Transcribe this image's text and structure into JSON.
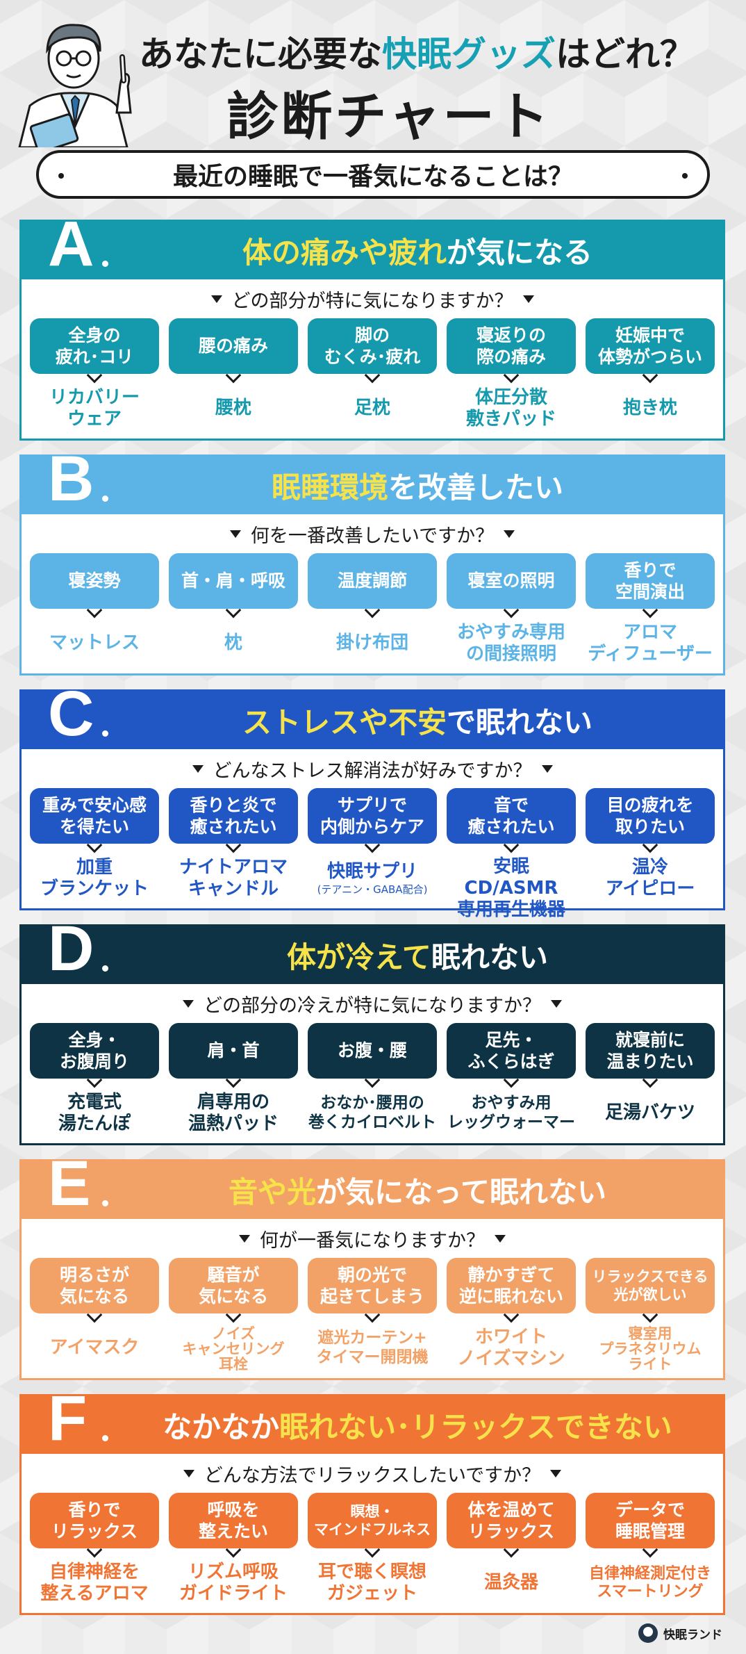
{
  "header": {
    "title_line1_pre": "あなたに必要な",
    "title_line1_hl": "快眠グッズ",
    "title_line1_post": "はどれ？",
    "title_line2": "診断チャート",
    "question": "最近の睡眠で一番気になることは？"
  },
  "sections": [
    {
      "letter": "A",
      "title_hl": "体の痛みや疲れ",
      "title_post": "が気になる",
      "subq": "どの部分が特に気になりますか？",
      "options": [
        "全身の\n疲れ･コリ",
        "腰の痛み",
        "脚の\nむくみ･疲れ",
        "寝返りの\n際の痛み",
        "妊娠中で\n体勢がつらい"
      ],
      "results": [
        "リカバリー\nウェア",
        "腰枕",
        "足枕",
        "体圧分散\n敷きパッド",
        "抱き枕"
      ]
    },
    {
      "letter": "B",
      "title_hl": "眠睡環境",
      "title_post": "を改善したい",
      "subq": "何を一番改善したいですか？",
      "options": [
        "寝姿勢",
        "首・肩・呼吸",
        "温度調節",
        "寝室の照明",
        "香りで\n空間演出"
      ],
      "results": [
        "マットレス",
        "枕",
        "掛け布団",
        "おやすみ専用\nの間接照明",
        "アロマ\nディフューザー"
      ]
    },
    {
      "letter": "C",
      "title_hl": "ストレスや不安",
      "title_post": "で眠れない",
      "subq": "どんなストレス解消法が好みですか？",
      "options": [
        "重みで安心感\nを得たい",
        "香りと炎で\n癒されたい",
        "サプリで\n内側からケア",
        "音で\n癒されたい",
        "目の疲れを\n取りたい"
      ],
      "results": [
        "加重\nブランケット",
        "ナイトアロマ\nキャンドル",
        "快眠サプリ",
        "安眠CD/ASMR\n専用再生機器",
        "温冷\nアイピロー"
      ],
      "result_note": "(テアニン・GABA配合)"
    },
    {
      "letter": "D",
      "title_hl": "体が冷えて",
      "title_post": "眠れない",
      "subq": "どの部分の冷えが特に気になりますか？",
      "options": [
        "全身・\nお腹周り",
        "肩・首",
        "お腹・腰",
        "足先・\nふくらはぎ",
        "就寝前に\n温まりたい"
      ],
      "results": [
        "充電式\n湯たんぽ",
        "肩専用の\n温熱パッド",
        "おなか･腰用の\n巻くカイロベルト",
        "おやすみ用\nレッグウォーマー",
        "足湯バケツ"
      ]
    },
    {
      "letter": "E",
      "title_hl": "音や光",
      "title_post": "が気になって眠れない",
      "subq": "何が一番気になりますか？",
      "options": [
        "明るさが\n気になる",
        "騒音が\n気になる",
        "朝の光で\n起きてしまう",
        "静かすぎて\n逆に眠れない",
        "リラックスできる\n光が欲しい"
      ],
      "results": [
        "アイマスク",
        "ノイズ\nキャンセリング\n耳栓",
        "遮光カーテン+\nタイマー開閉機",
        "ホワイト\nノイズマシン",
        "寝室用\nプラネタリウム\nライト"
      ]
    },
    {
      "letter": "F",
      "title_pre": "なかなか",
      "title_hl": "眠れない･リラックスできない",
      "subq": "どんな方法でリラックスしたいですか？",
      "options": [
        "香りで\nリラックス",
        "呼吸を\n整えたい",
        "瞑想・\nマインドフルネス",
        "体を温めて\nリラックス",
        "データで\n睡眠管理"
      ],
      "results": [
        "自律神経を\n整えるアロマ",
        "リズム呼吸\nガイドライト",
        "耳で聴く瞑想\nガジェット",
        "温灸器",
        "自律神経測定付き\nスマートリング"
      ]
    }
  ],
  "footer": {
    "logo_text": "快眠ランド"
  },
  "colors": {
    "A": "#1499ad",
    "B": "#5bb3e6",
    "C": "#2157c4",
    "D": "#0d3345",
    "E": "#f2a266",
    "F": "#f07434",
    "yellow": "#f6e24a"
  }
}
